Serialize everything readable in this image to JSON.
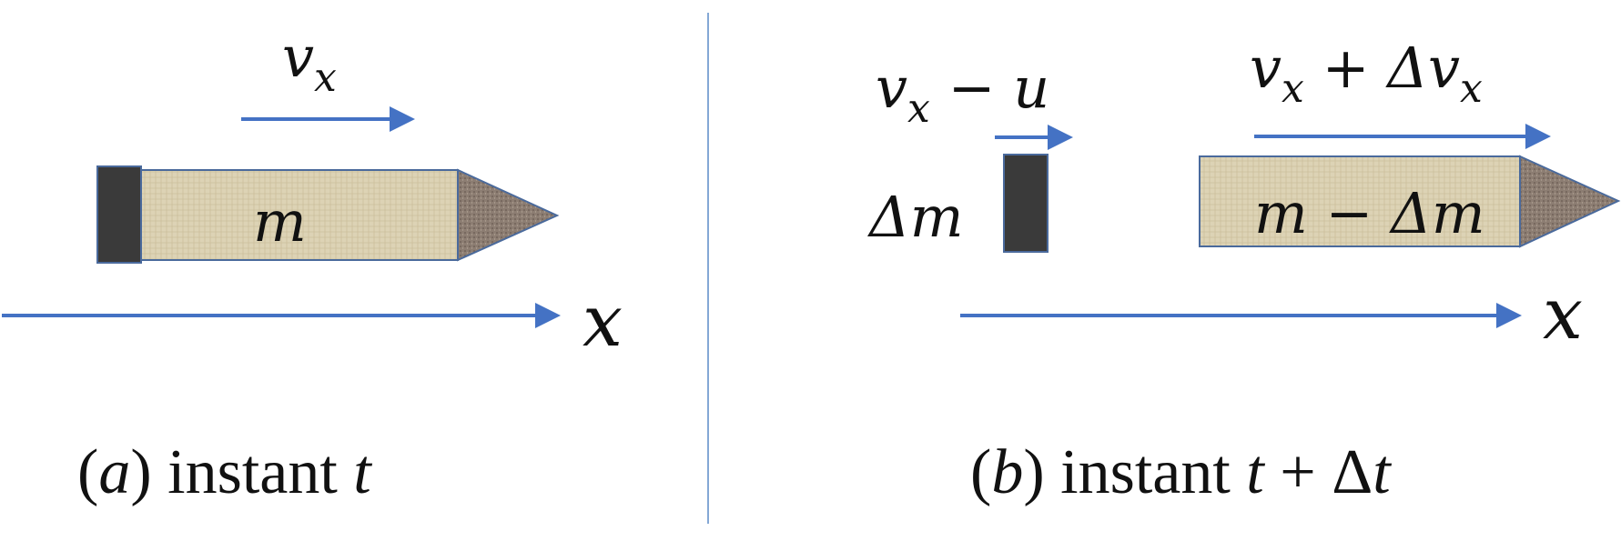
{
  "panel_a": {
    "velocity_label": {
      "base": "v",
      "sub": "x"
    },
    "mass_label": "m",
    "axis_label": "x",
    "caption": {
      "tag": "a",
      "text": " instant ",
      "var": "t"
    }
  },
  "panel_b": {
    "ejected_velocity_label": {
      "base": "v",
      "sub": "x",
      "rest": " − u"
    },
    "ejected_mass_label": "Δm",
    "rocket_velocity_label": {
      "base": "v",
      "sub": "x",
      "mid": " +  Δ",
      "base2": "v",
      "sub2": "x"
    },
    "rocket_mass_label": "m − Δm",
    "axis_label": "x",
    "caption": {
      "tag": "b",
      "text": " instant ",
      "var": "t",
      "rest": " + Δ",
      "var2": "t"
    }
  },
  "colors": {
    "arrow": "#4472c4",
    "divider": "#5b8cc7",
    "body_fill": "#ddd3b5",
    "body_stroke": "#4a6a9c",
    "nozzle": "#3a3a3a",
    "nose": "#8a7a6e"
  }
}
